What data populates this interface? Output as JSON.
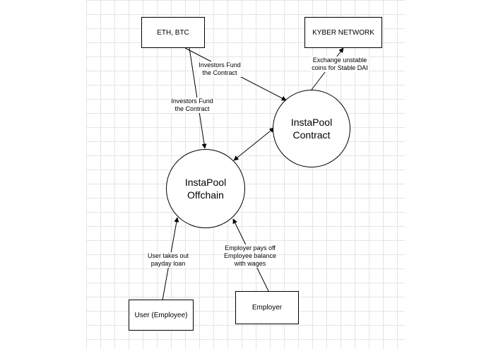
{
  "nodes": {
    "eth_btc": "ETH, BTC",
    "kyber": "KYBER NETWORK",
    "contract": [
      "InstaPool",
      "Contract"
    ],
    "offchain": [
      "InstaPool",
      "Offchain"
    ],
    "user": "User (Employee)",
    "employer": "Employer"
  },
  "edge_labels": {
    "fund_contract": [
      "Investors Fund",
      "the Contract"
    ],
    "fund_offchain": [
      "Investors Fund",
      "the Contract"
    ],
    "exchange": [
      "Exchange unstable",
      "coins for Stable DAI"
    ],
    "loan": [
      "User takes out",
      "payday loan"
    ],
    "wages": [
      "Employer pays off",
      "Employee balance",
      "with wages"
    ]
  },
  "colors": {
    "stroke": "#000000",
    "grid": "#e4e4e4",
    "background": "#ffffff"
  }
}
